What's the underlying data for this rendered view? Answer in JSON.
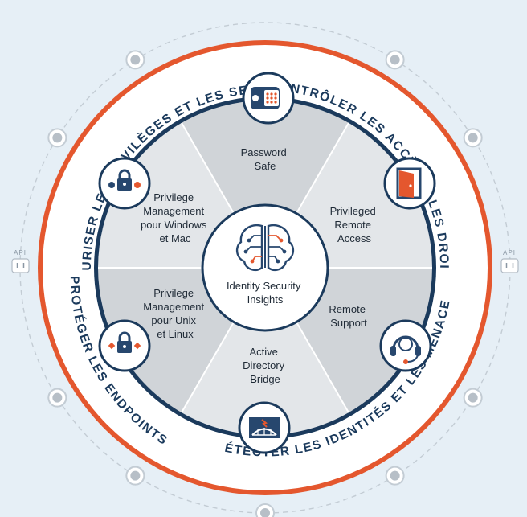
{
  "center": {
    "line1": "Identity Security",
    "line2": "Insights",
    "icon": "brain-circuit-icon"
  },
  "outer_ring": {
    "top_left": "SÉCURISER LES PRIVILÈGES ET LES SECRETS",
    "right": "CONTRÔLER LES ACCÈS ET LES DROITS",
    "bottom_right": "DÉTECTER LES IDENTITÉS ET LES MENACES",
    "left": "PROTÉGER LES ENDPOINTS"
  },
  "segments": {
    "password_safe": {
      "lines": [
        "Password",
        "Safe"
      ],
      "icon": "vault-keypad-icon"
    },
    "privileged_remote_access": {
      "lines": [
        "Privileged",
        "Remote",
        "Access"
      ],
      "icon": "door-icon"
    },
    "remote_support": {
      "lines": [
        "Remote",
        "Support"
      ],
      "icon": "headset-icon"
    },
    "active_directory_bridge": {
      "lines": [
        "Active",
        "Directory",
        "Bridge"
      ],
      "icon": "bridge-icon"
    },
    "pm_unix_linux": {
      "lines": [
        "Privilege",
        "Management",
        "pour Unix",
        "et Linux"
      ],
      "icon": "lock-shield-icon"
    },
    "pm_windows_mac": {
      "lines": [
        "Privilege",
        "Management",
        "pour Windows",
        "et Mac"
      ],
      "icon": "lock-shield-icon"
    }
  },
  "api": {
    "left": "API",
    "right": "API"
  },
  "colors": {
    "background": "#e6eff6",
    "outer_orange": "#e4572e",
    "ring_navy": "#1b3a5c",
    "icon_blue": "#27476e",
    "accent_orange": "#e4572e",
    "wedge_dark": "#d0d4d8",
    "wedge_light": "#e3e6e9"
  }
}
